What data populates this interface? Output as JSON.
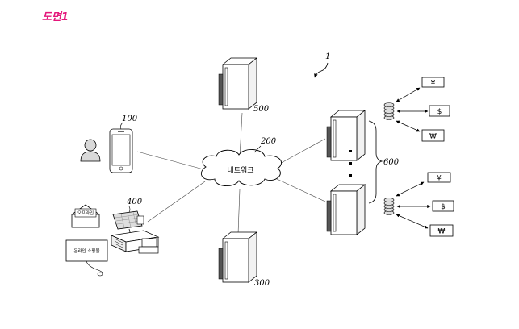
{
  "figure_title": "도면1",
  "labels": {
    "system": "1",
    "user_terminal": "100",
    "network": "200",
    "server_300": "300",
    "pos_terminal": "400",
    "server_500": "500",
    "server_group": "600"
  },
  "network_label": "네트워크",
  "offline_store_label": "오프라인",
  "online_mall_label": "온라인 쇼핑몰",
  "currencies_top": [
    "¥",
    "$",
    "₩"
  ],
  "currencies_bottom": [
    "¥",
    "$",
    "₩"
  ]
}
